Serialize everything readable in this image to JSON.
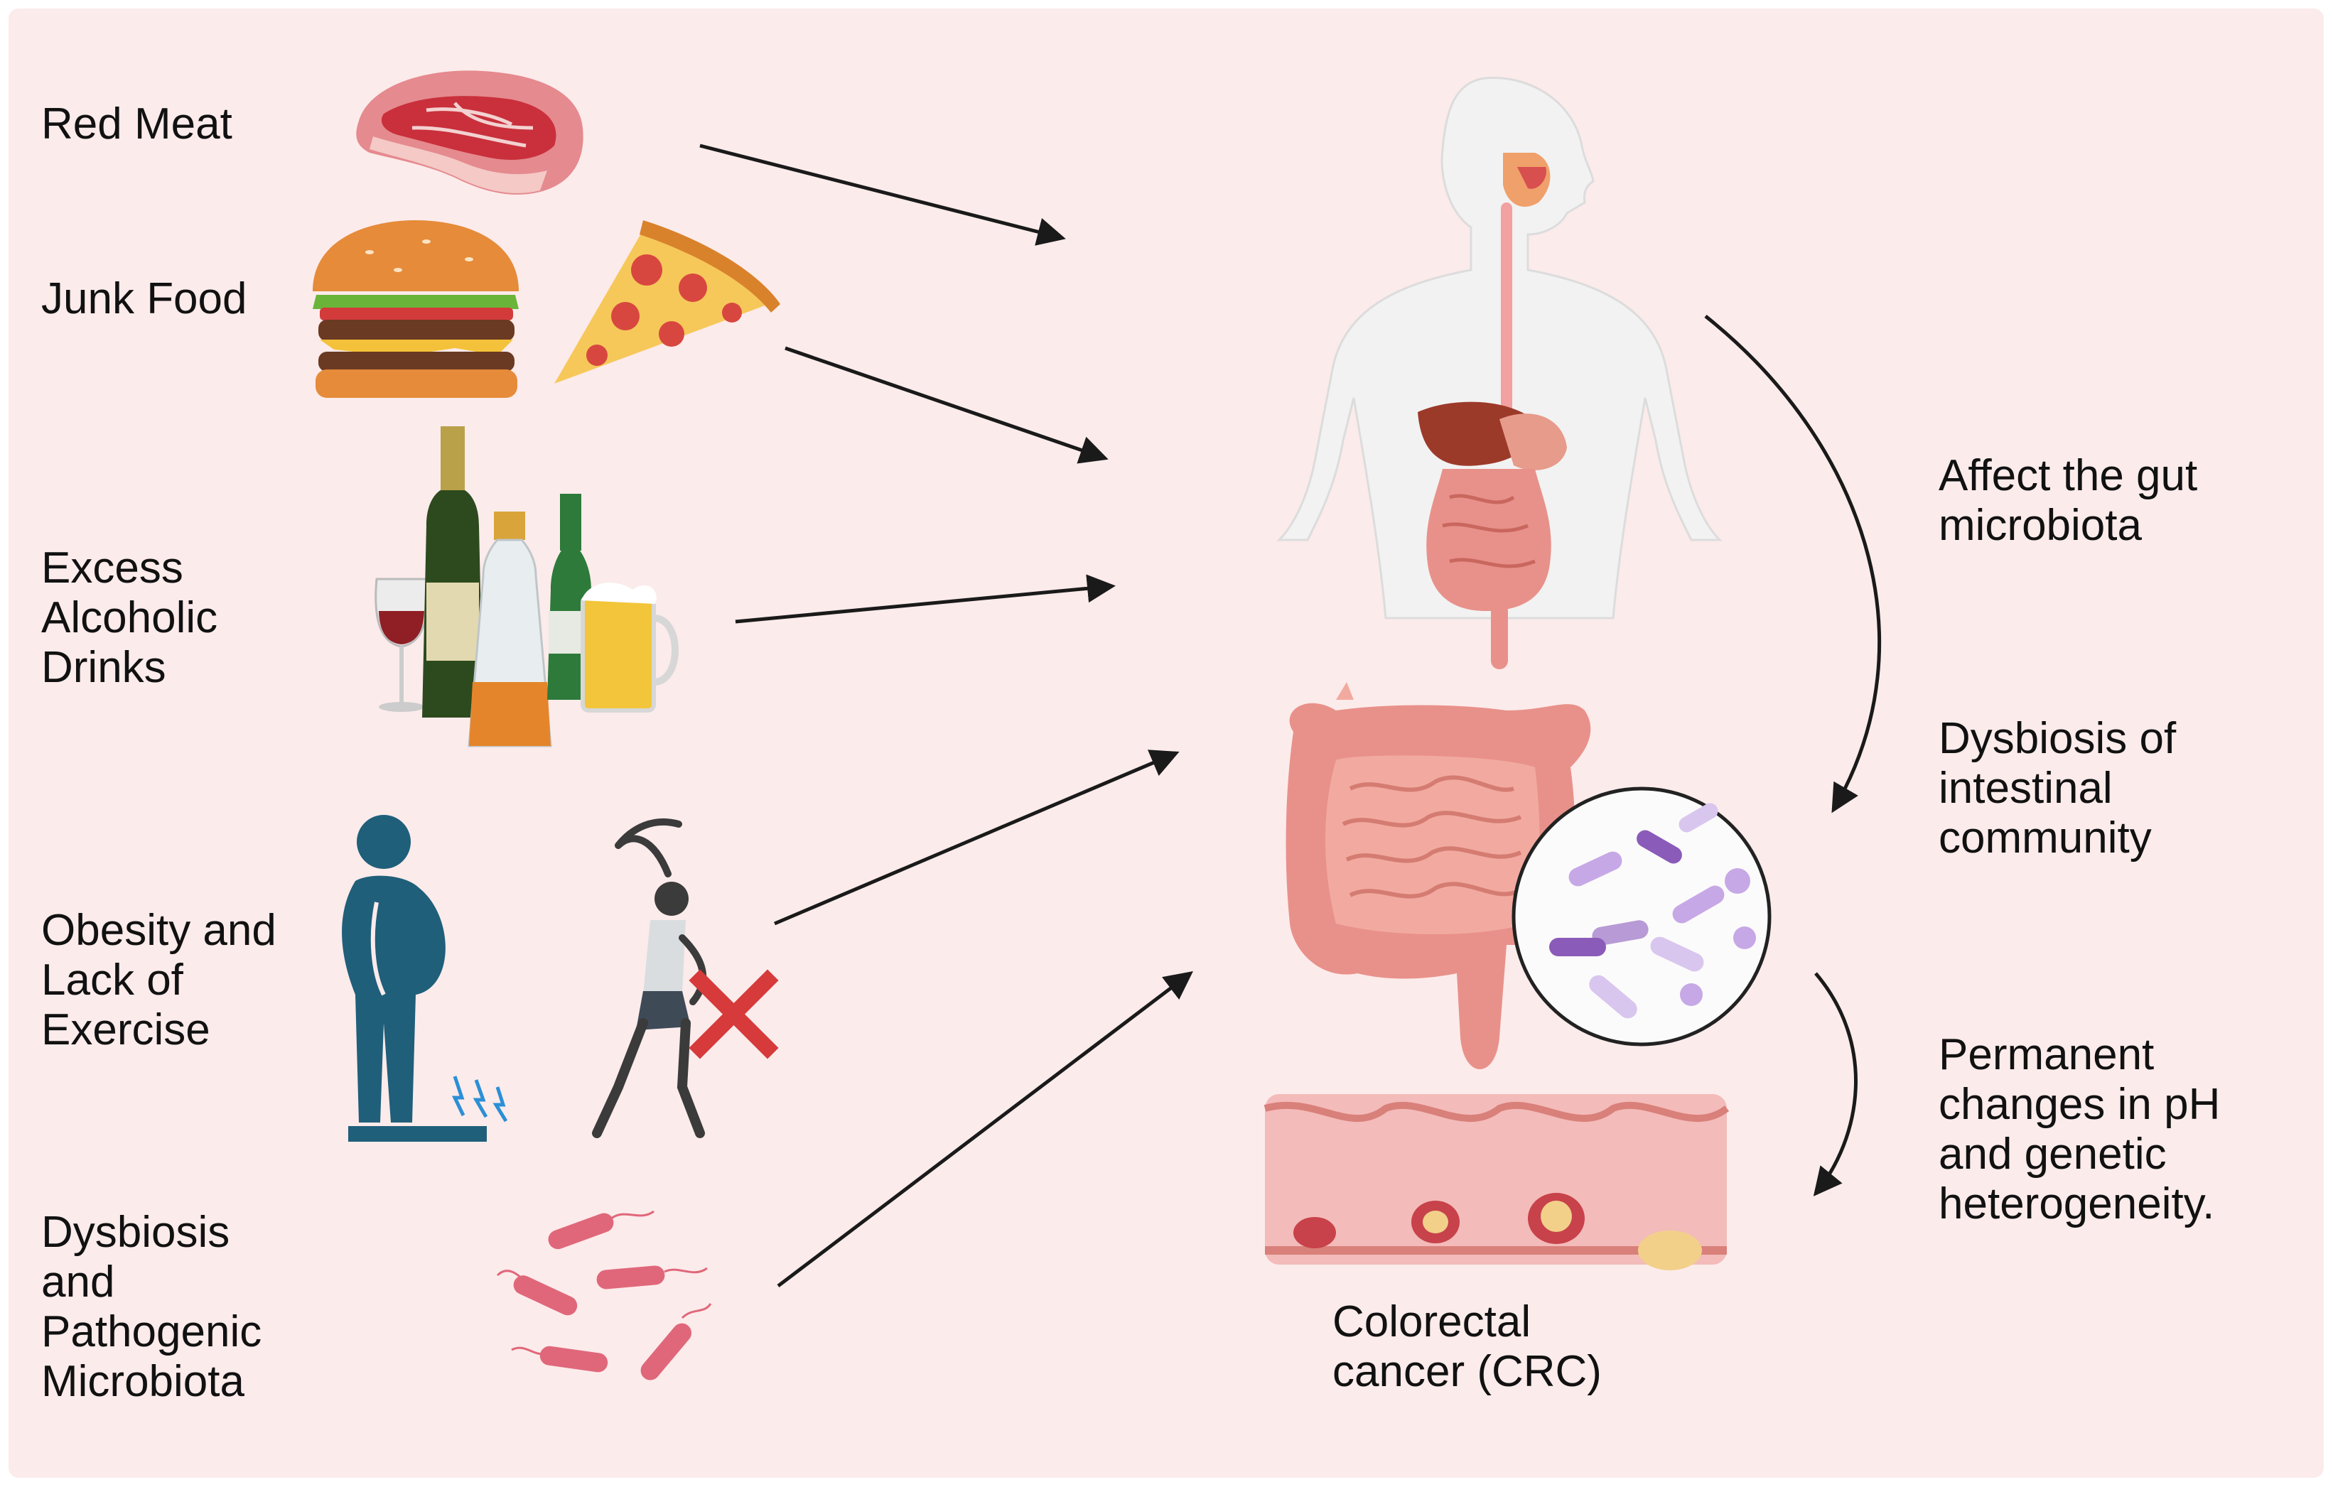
{
  "risk_factors": [
    {
      "id": "red-meat",
      "lines": [
        "Red Meat"
      ],
      "icon": "steak-icon"
    },
    {
      "id": "junk-food",
      "lines": [
        "Junk Food"
      ],
      "icon": "burger-pizza-icon"
    },
    {
      "id": "alcohol",
      "lines": [
        "Excess",
        "Alcoholic",
        "Drinks"
      ],
      "icon": "alcohol-bottles-icon"
    },
    {
      "id": "obesity",
      "lines": [
        "Obesity and",
        "Lack of",
        "Exercise"
      ],
      "icon": "obesity-no-exercise-icon"
    },
    {
      "id": "dysbiosis",
      "lines": [
        "Dysbiosis",
        "and",
        "Pathogenic",
        "Microbiota"
      ],
      "icon": "bacteria-icon"
    }
  ],
  "outcome": {
    "lines": [
      "Colorectal",
      "cancer (CRC)"
    ]
  },
  "steps": [
    {
      "id": "gut",
      "lines": [
        "Affect the gut",
        "microbiota"
      ]
    },
    {
      "id": "community",
      "lines": [
        "Dysbiosis of",
        "intestinal",
        "community"
      ]
    },
    {
      "id": "ph",
      "lines": [
        "Permanent",
        "changes in pH",
        "and genetic",
        "heterogeneity."
      ]
    }
  ],
  "colors": {
    "background": "#fcebeb",
    "arrow": "#1a1a1a",
    "intestine": "#e8918a",
    "body": "#f2f2f2",
    "bacteria": "#b79ad6",
    "pathogen": "#e0677a",
    "obesity_figure": "#1f5f7a",
    "cross": "#d63a3a"
  }
}
